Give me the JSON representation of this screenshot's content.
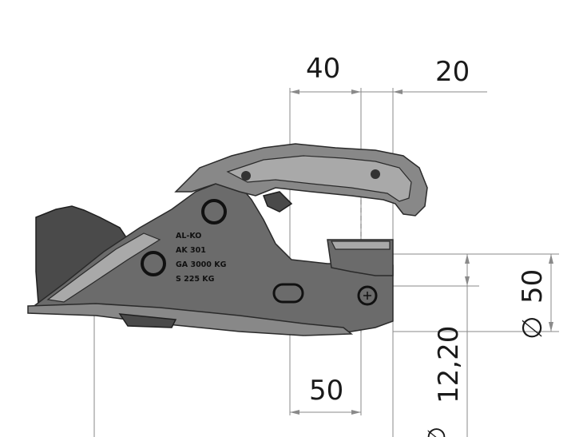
{
  "dimensions": {
    "top_left": "40",
    "top_right": "20",
    "bottom_width": "50",
    "vertical_height": "12,20",
    "diameter_prefix": "∅",
    "diameter_value": "50",
    "bottom_diameter_prefix": "∅"
  },
  "stamp": {
    "line1": "AL-KO",
    "line2": "AK 301",
    "line3": "GA 3000 KG",
    "line4": "S 225 KG"
  }
}
